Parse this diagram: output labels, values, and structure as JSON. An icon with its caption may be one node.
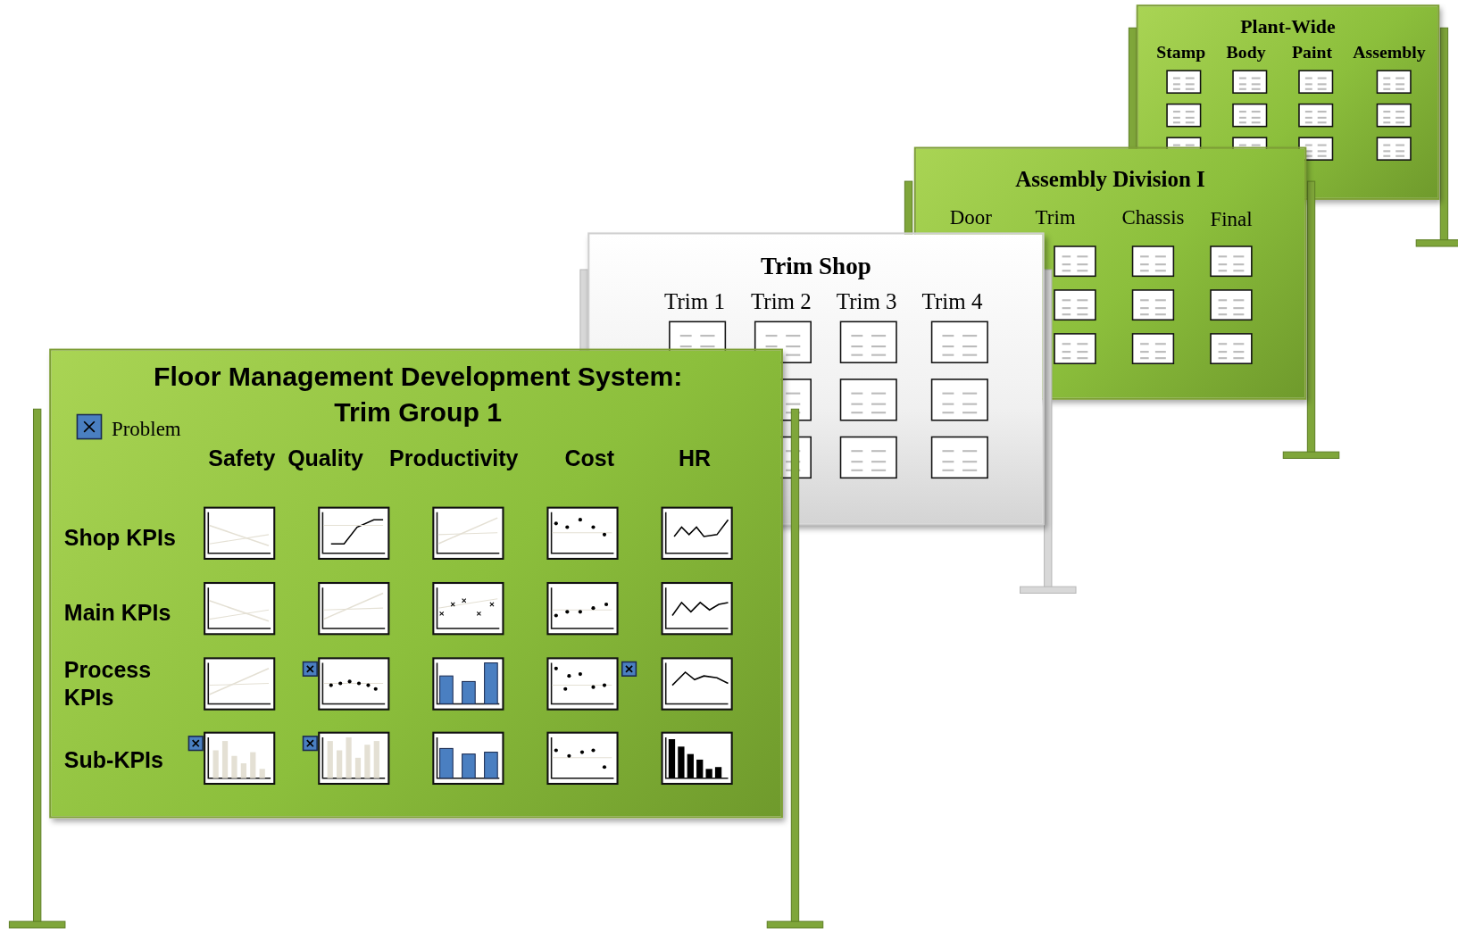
{
  "diagram": {
    "nodes": [
      {
        "text": [
          "Plant-Wide"
        ]
      },
      {
        "text": [
          "Assembly Division I"
        ]
      },
      {
        "text": [
          "Trim Shop"
        ]
      },
      {
        "text": [
          "Floor Management Development System: Trim Group 1"
        ]
      }
    ],
    "labels": [
      "Stamp",
      "Body",
      "Paint",
      "Assembly",
      "Door",
      "Trim",
      "Chassis",
      "Final",
      "Trim 1",
      "Trim 2",
      "Trim 3",
      "Trim 4",
      "Safety",
      "Quality",
      "Productivity",
      "Cost",
      "HR",
      "Shop KPIs",
      "Main KPIs",
      "Process KPIs",
      "Sub-KPIs"
    ],
    "legend": [
      {
        "text": "Problem"
      }
    ]
  }
}
